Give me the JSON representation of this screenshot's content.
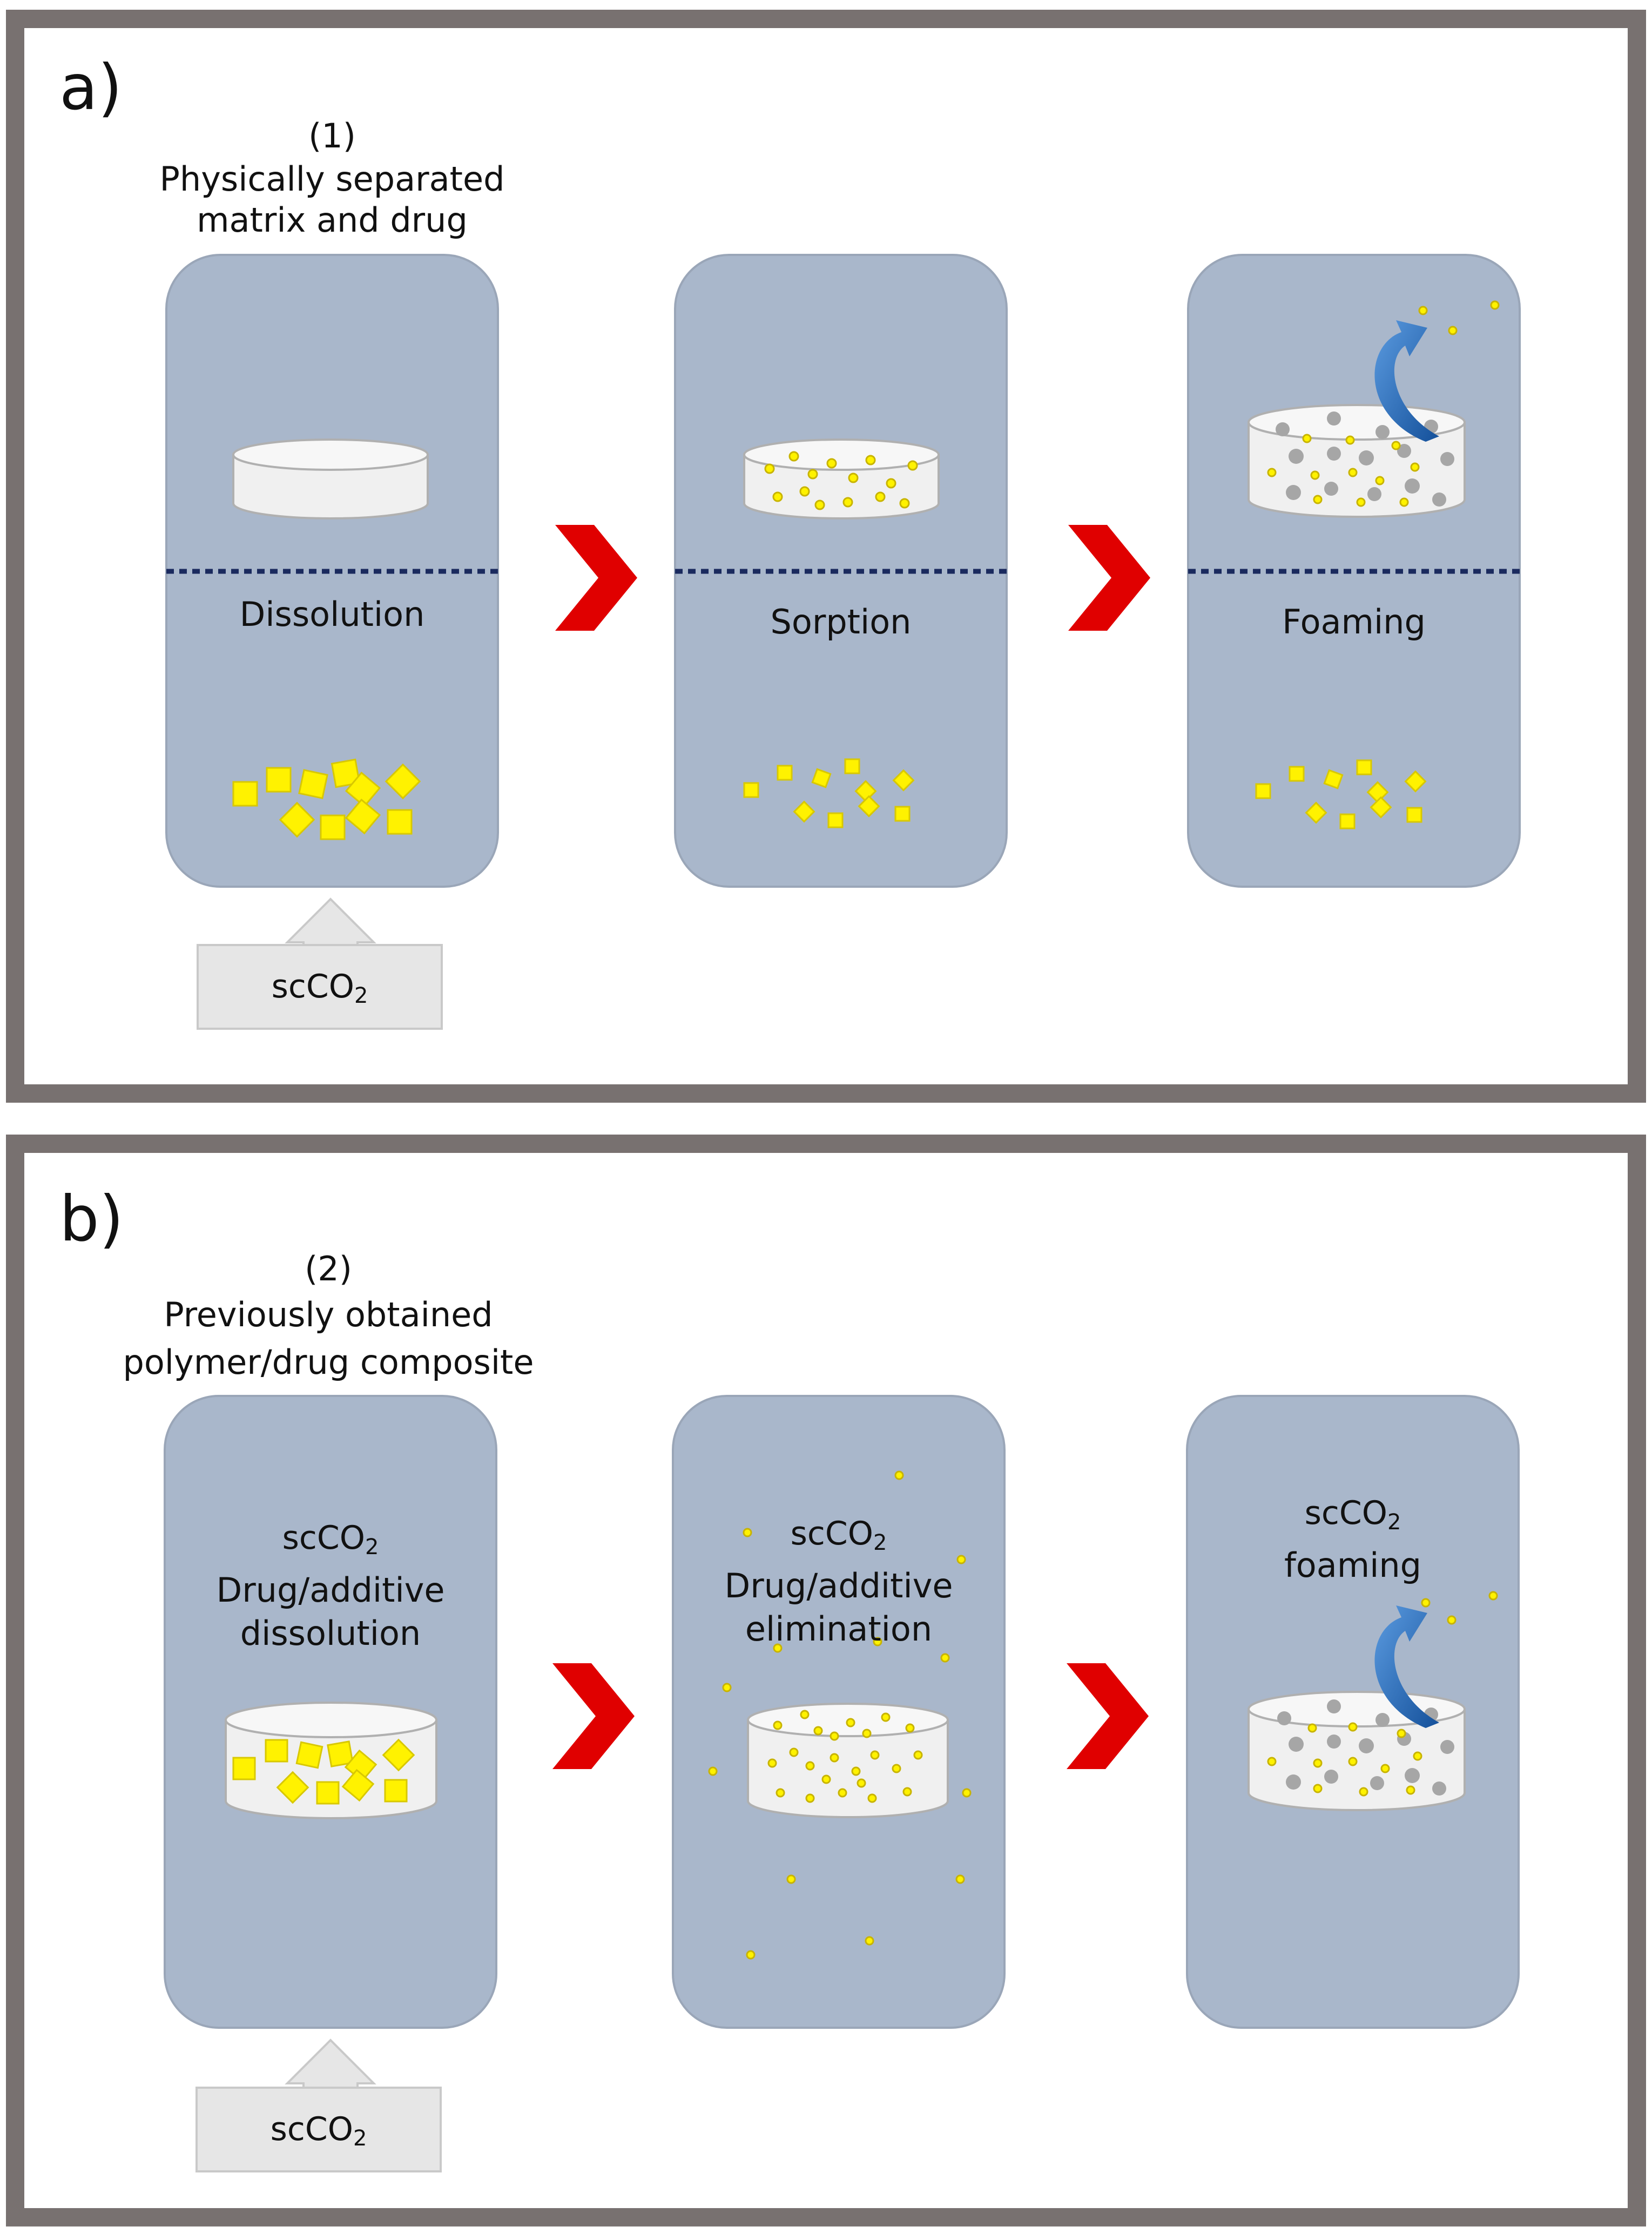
{
  "panels": [
    {
      "label": "a)",
      "number": "(1)",
      "caption": [
        "Physically separated",
        "matrix and drug"
      ],
      "steps": [
        "Dissolution",
        "Sorption",
        "Foaming"
      ],
      "feed": {
        "text": "scCO",
        "sub": "2"
      }
    },
    {
      "label": "b)",
      "number": "(2)",
      "caption": [
        "Previously obtained",
        "polymer/drug composite"
      ],
      "steps": [
        {
          "line1": "scCO",
          "sub": "2",
          "line2": "Drug/additive",
          "line3": "dissolution"
        },
        {
          "line1": "scCO",
          "sub": "2",
          "line2": "Drug/additive",
          "line3": "elimination"
        },
        {
          "line1": "scCO",
          "sub": "2",
          "line2": "foaming"
        }
      ],
      "feed": {
        "text": "scCO",
        "sub": "2"
      }
    }
  ],
  "colors": {
    "frame": "#787170",
    "vessel": "#a9b7cb",
    "vessel_border": "#9aa6b8",
    "dashed_line": "#1a2a5e",
    "arrow": "#e00000",
    "drug": "#fff200",
    "drug_border": "#c8b400",
    "polymer": "#f0f0f0",
    "pore": "#a6a6a6",
    "release_arrow": "#1e63b4",
    "inlet": "#e6e6e6"
  },
  "icons": [
    "chevron-right-icon",
    "up-arrow-icon",
    "curved-release-arrow-icon"
  ]
}
